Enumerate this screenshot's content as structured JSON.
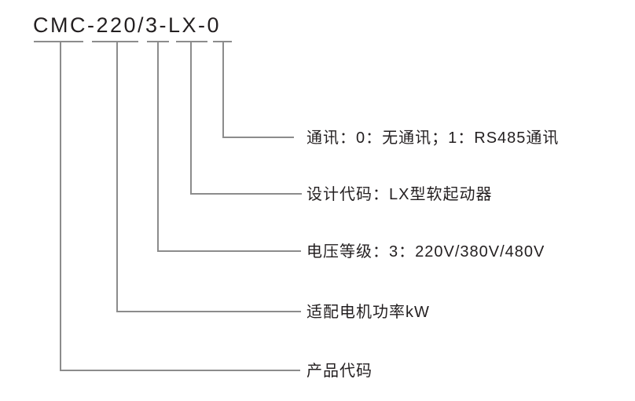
{
  "theme": {
    "line_color": "#8c8c8c",
    "text_color": "#231f20",
    "background": "#ffffff"
  },
  "diagram": {
    "model_code": "CMC-220/3-LX-0",
    "code_parts": [
      "CMC",
      "220",
      "3",
      "LX",
      "0"
    ],
    "labels": [
      {
        "text": "通讯：0：无通讯；1：RS485通讯"
      },
      {
        "text": "设计代码：LX型软起动器"
      },
      {
        "text": "电压等级：3：220V/380V/480V"
      },
      {
        "text": "适配电机功率kW"
      },
      {
        "text": "产品代码"
      }
    ],
    "segment_meanings": [
      {
        "code": "CMC",
        "meaning": "产品代码"
      },
      {
        "code": "220",
        "meaning": "适配电机功率kW"
      },
      {
        "code": "3",
        "meaning": "电压等级：3：220V/380V/480V"
      },
      {
        "code": "LX",
        "meaning": "设计代码：LX型软起动器"
      },
      {
        "code": "0",
        "meaning": "通讯：0：无通讯；1：RS485通讯"
      }
    ]
  }
}
